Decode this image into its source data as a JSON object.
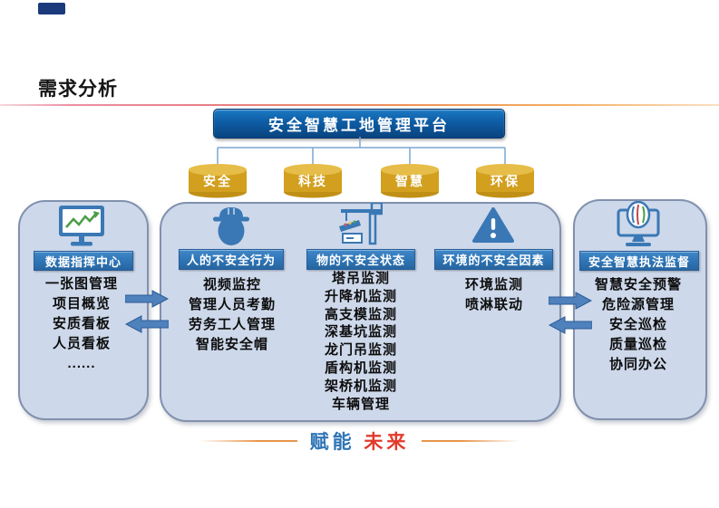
{
  "page": {
    "title": "需求分析"
  },
  "platform": {
    "title": "安全智慧工地管理平台"
  },
  "pillars": [
    {
      "label": "安全"
    },
    {
      "label": "科技"
    },
    {
      "label": "智慧"
    },
    {
      "label": "环保"
    }
  ],
  "left_panel": {
    "icon": "monitor-chart-icon",
    "header": "数据指挥中心",
    "items": [
      "一张图管理",
      "项目概览",
      "安质看板",
      "人员看板",
      "......"
    ]
  },
  "center_panel": {
    "columns": [
      {
        "icon": "hard-hat-icon",
        "header": "人的不安全行为",
        "items": [
          "视频监控",
          "管理人员考勤",
          "劳务工人管理",
          "智能安全帽"
        ]
      },
      {
        "icon": "tower-crane-icon",
        "header": "物的不安全状态",
        "items": [
          "塔吊监测",
          "升降机监测",
          "高支模监测",
          "深基坑监测",
          "龙门吊监测",
          "盾构机监测",
          "架桥机监测",
          "车辆管理"
        ]
      },
      {
        "icon": "warning-triangle-icon",
        "header": "环境的不安全因素",
        "items": [
          "环境监测",
          "喷淋联动"
        ]
      }
    ]
  },
  "right_panel": {
    "icon": "monitor-fingerprint-icon",
    "header": "安全智慧执法监督",
    "items": [
      "智慧安全预警",
      "危险源管理",
      "安全巡检",
      "质量巡检",
      "协同办公"
    ]
  },
  "footer": {
    "tagline_blue": "赋能",
    "tagline_red": "未来"
  },
  "colors": {
    "platform_banner": "#0d559c",
    "pillar_gold": "#d4a01f",
    "panel_fill": "#cdd8ea",
    "panel_border": "#8191ad",
    "section_header_blue": "#2e74b5",
    "arrow_blue": "#4f81bd",
    "icon_blue": "#3a78b5",
    "tagline_blue": "#2e74b5",
    "tagline_red": "#e23a2c",
    "divider_pink": "#e87d84",
    "divider_orange": "#ef9055"
  }
}
